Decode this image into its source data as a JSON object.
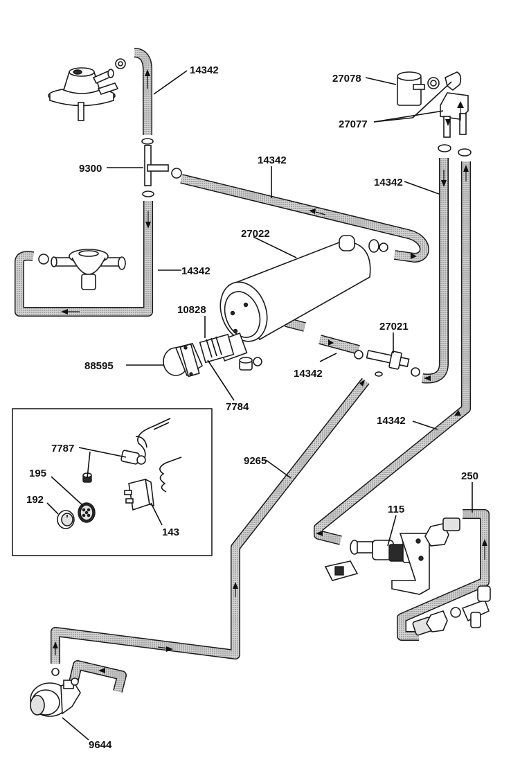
{
  "callouts": [
    {
      "id": "c1",
      "text": "14342"
    },
    {
      "id": "c2",
      "text": "27078"
    },
    {
      "id": "c3",
      "text": "27077"
    },
    {
      "id": "c4",
      "text": "9300"
    },
    {
      "id": "c5",
      "text": "14342"
    },
    {
      "id": "c6",
      "text": "14342"
    },
    {
      "id": "c7",
      "text": "27022"
    },
    {
      "id": "c8",
      "text": "14342"
    },
    {
      "id": "c9",
      "text": "10828"
    },
    {
      "id": "c10",
      "text": "27021"
    },
    {
      "id": "c11",
      "text": "88595"
    },
    {
      "id": "c12",
      "text": "14342"
    },
    {
      "id": "c13",
      "text": "7784"
    },
    {
      "id": "c14",
      "text": "14342"
    },
    {
      "id": "c15",
      "text": "7787"
    },
    {
      "id": "c16",
      "text": "9265"
    },
    {
      "id": "c17",
      "text": "250"
    },
    {
      "id": "c18",
      "text": "195"
    },
    {
      "id": "c19",
      "text": "192"
    },
    {
      "id": "c20",
      "text": "143"
    },
    {
      "id": "c21",
      "text": "115"
    },
    {
      "id": "c22",
      "text": "9644"
    }
  ]
}
